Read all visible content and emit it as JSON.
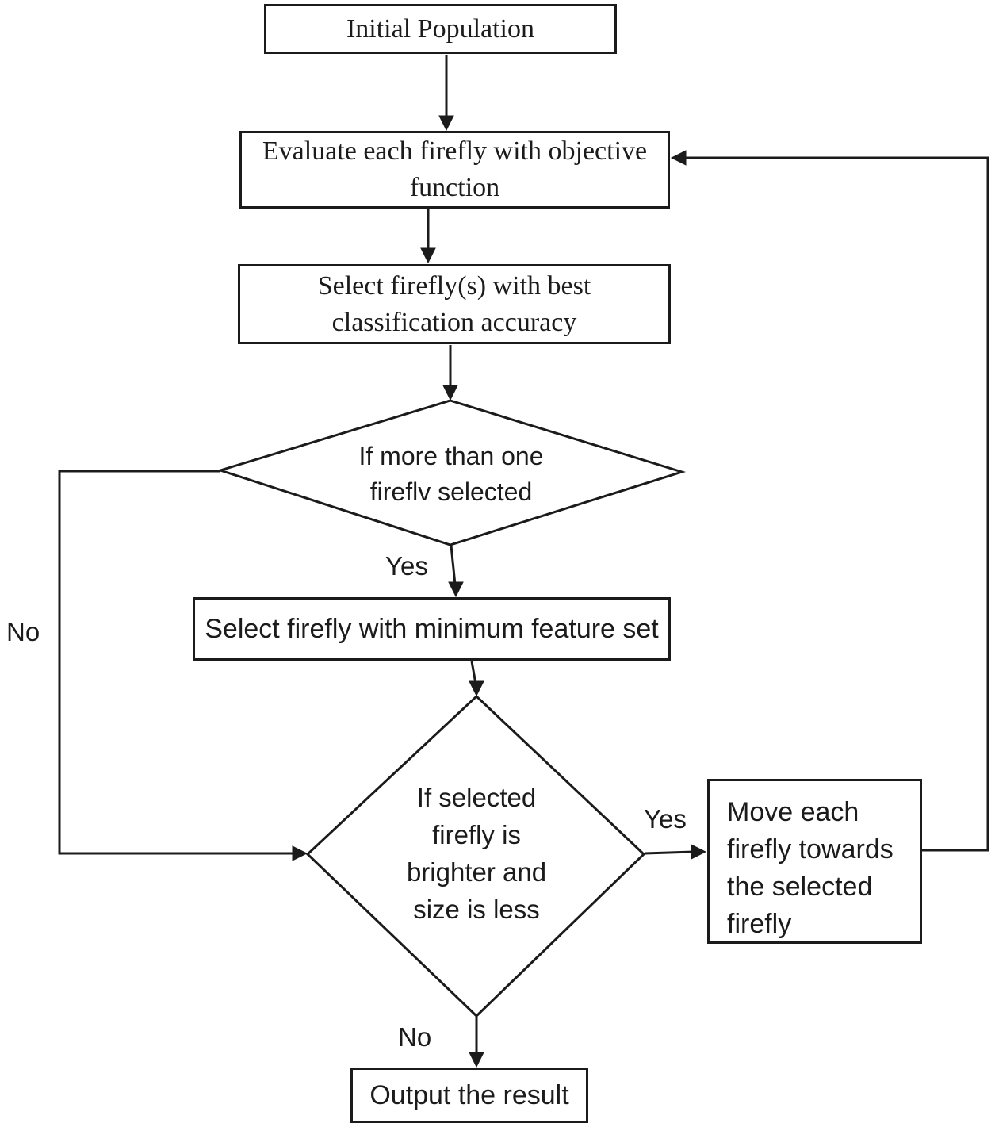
{
  "figure": {
    "background_color": "#ffffff",
    "line_color": "#1b1b1b",
    "nodes": {
      "initial_population": "Initial Population",
      "evaluate_objective": "Evaluate each firefly with objective\nfunction",
      "select_best_accuracy": "Select firefly(s) with best\nclassification accuracy",
      "decision_more_than_one": "If more than one\nfireflv selected",
      "select_min_feature": "Select firefly with minimum feature set",
      "decision_brighter_smaller": "If selected\nfirefly is\nbrighter and\nsize is less",
      "move_fireflies": "Move each\nfirefly towards\nthe selected\nfirefly",
      "output_result": "Output the result"
    },
    "edge_labels": {
      "decision1_yes": "Yes",
      "decision1_no": "No",
      "decision2_yes": "Yes",
      "decision2_no": "No"
    }
  }
}
